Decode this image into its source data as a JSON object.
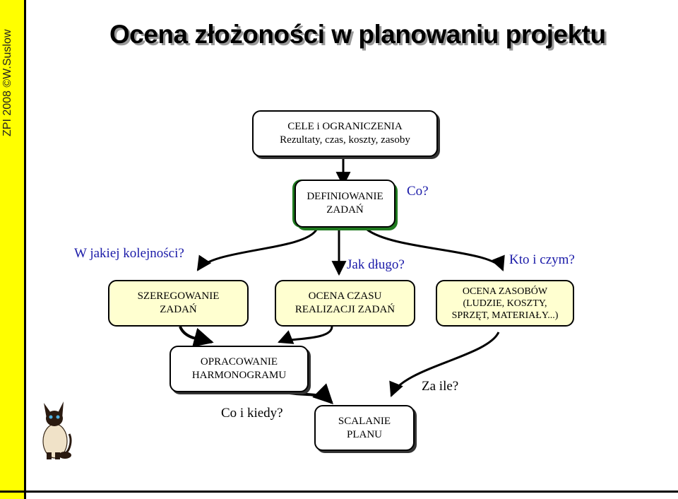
{
  "sidebar": {
    "label": "ZPI 2008 ©W.Suslow",
    "color": "#ffff00"
  },
  "title": "Ocena złożoności w planowaniu projektu",
  "boxes": {
    "cele": {
      "line1": "CELE i OGRANICZENIA",
      "line2": "Rezultaty, czas, koszty, zasoby"
    },
    "definiowanie": {
      "line1": "DEFINIOWANIE",
      "line2": "ZADAŃ"
    },
    "szeregowanie": {
      "line1": "SZEREGOWANIE",
      "line2": "ZADAŃ"
    },
    "ocena_czasu": {
      "line1": "OCENA CZASU",
      "line2": "REALIZACJI ZADAŃ"
    },
    "ocena_zasobow": {
      "line1": "OCENA ZASOBÓW",
      "line2": "(LUDZIE, KOSZTY,",
      "line3": "SPRZĘT, MATERIAŁY...)"
    },
    "opracowanie": {
      "line1": "OPRACOWANIE",
      "line2": "HARMONOGRAMU"
    },
    "scalanie": {
      "line1": "SCALANIE",
      "line2": "PLANU"
    }
  },
  "questions": {
    "co": "Co?",
    "w_jakiej": "W jakiej kolejności?",
    "jak_dlugo": "Jak długo?",
    "kto_i_czym": "Kto i czym?",
    "za_ile": "Za ile?",
    "co_i_kiedy": "Co i kiedy?"
  },
  "colors": {
    "question": "#1a1aa8",
    "box_yellow": "#ffffd0",
    "definiowanie_shadow": "#1f7a1f"
  },
  "icons": {
    "cat": "siamese-cat-icon"
  }
}
